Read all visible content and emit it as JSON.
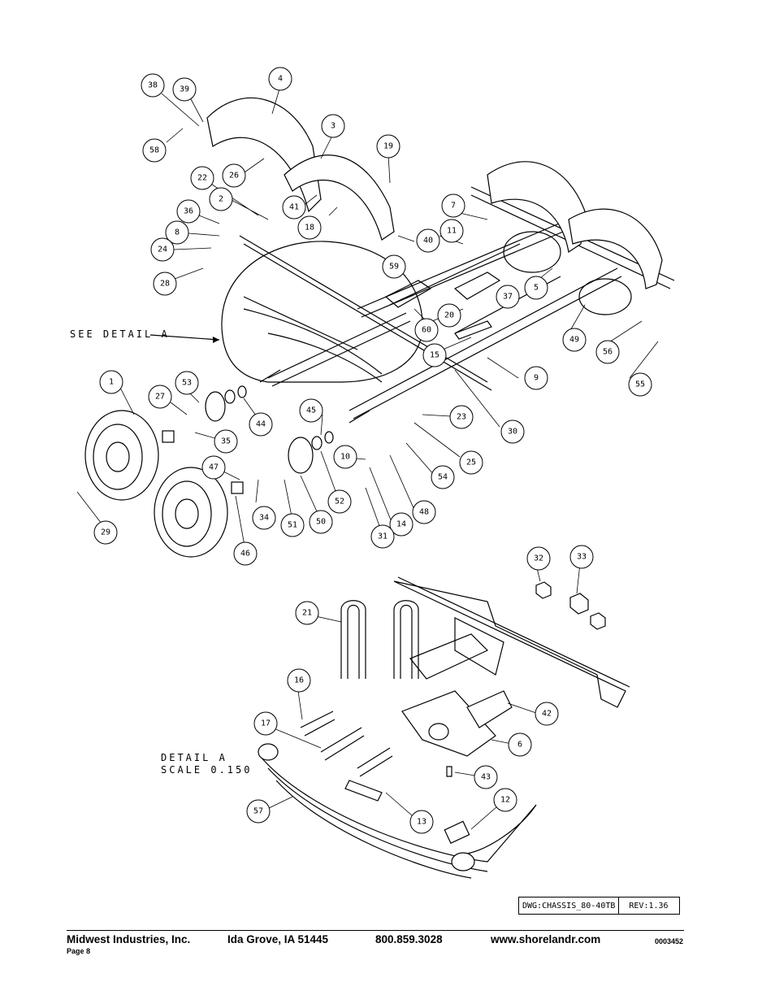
{
  "detail_labels": {
    "see_detail": "SEE DETAIL  A",
    "detail_title": "DETAIL  A",
    "detail_scale": "SCALE  0.150"
  },
  "callouts": [
    "38",
    "39",
    "4",
    "3",
    "19",
    "58",
    "26",
    "22",
    "2",
    "41",
    "18",
    "40",
    "36",
    "8",
    "24",
    "28",
    "59",
    "7",
    "11",
    "37",
    "20",
    "60",
    "5",
    "15",
    "49",
    "56",
    "55",
    "9",
    "30",
    "1",
    "53",
    "27",
    "44",
    "45",
    "23",
    "35",
    "10",
    "25",
    "54",
    "47",
    "52",
    "48",
    "14",
    "31",
    "29",
    "34",
    "51",
    "50",
    "46",
    "32",
    "33",
    "21",
    "16",
    "42",
    "17",
    "6",
    "43",
    "12",
    "57",
    "13"
  ],
  "title_block": {
    "dwg": "DWG:CHASSIS_80-40TB",
    "rev": "REV:1.36"
  },
  "footer": {
    "company": "Midwest Industries, Inc.",
    "location": "Ida Grove, IA  51445",
    "phone": "800.859.3028",
    "website": "www.shorelandr.com",
    "page": "Page 8",
    "doc_number": "0003452"
  }
}
